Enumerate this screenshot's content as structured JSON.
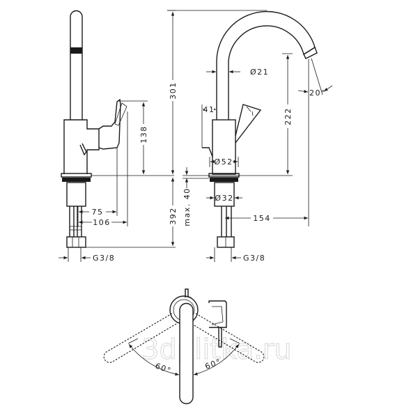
{
  "side_view": {
    "height_total": "301",
    "handle_height": "138",
    "below_deck": "392",
    "reach_handle": "75",
    "reach_handle_max": "106",
    "thread": "G3/8"
  },
  "front_view": {
    "spout_diameter": "Ø21",
    "handle_offset": "41",
    "spout_height": "222",
    "body_diameter": "Ø52",
    "deck_thickness": "max. 40",
    "shank_diameter": "Ø32",
    "spout_reach": "154",
    "spout_angle": "20°",
    "thread": "G3/8"
  },
  "top_view": {
    "swivel_left": "60°",
    "swivel_right": "60°"
  },
  "watermark": "3dplitka.ru"
}
